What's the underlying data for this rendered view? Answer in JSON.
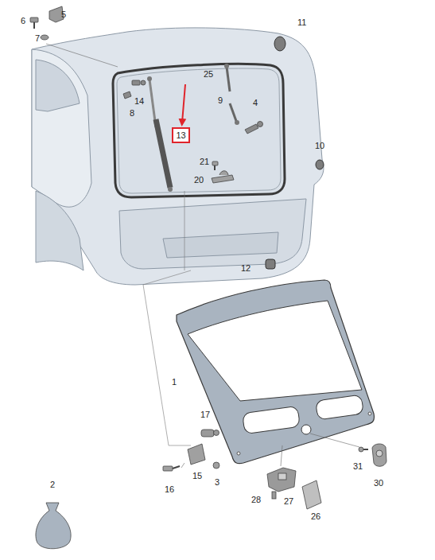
{
  "diagram": {
    "nodes": [
      {
        "text": [
          "13"
        ]
      }
    ],
    "labels": [
      "6",
      "5",
      "7",
      "11",
      "25",
      "14",
      "8",
      "9",
      "4",
      "10",
      "21",
      "20",
      "12",
      "1",
      "17",
      "15",
      "16",
      "3",
      "31",
      "30",
      "2",
      "28",
      "27",
      "26"
    ]
  }
}
